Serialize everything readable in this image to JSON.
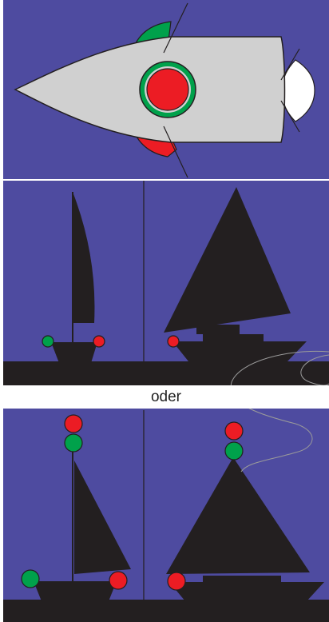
{
  "separator_text": "oder",
  "colors": {
    "sea": "#4E4BA0",
    "hull_silhouette": "#231F20",
    "boat_top_view": "#D0D0D0",
    "port_light": "#EC1C24",
    "starboard_light": "#00A14B",
    "stern_light": "#FFFFFF",
    "divider": "#000000"
  },
  "panels": [
    {
      "name": "top-view",
      "lights": [
        "masthead-combined-light",
        "starboard-sector",
        "port-sector",
        "stern-sector"
      ]
    },
    {
      "name": "side-view-upper-left",
      "lights": [
        "green-sidelight",
        "red-sidelight"
      ]
    },
    {
      "name": "side-view-upper-right",
      "lights": [
        "red-sidelight"
      ]
    },
    {
      "name": "side-view-lower-left",
      "lights": [
        "red-masthead-light",
        "green-masthead-light",
        "green-sidelight",
        "red-sidelight"
      ]
    },
    {
      "name": "side-view-lower-right",
      "lights": [
        "red-masthead-light",
        "green-masthead-light",
        "red-sidelight"
      ]
    }
  ]
}
